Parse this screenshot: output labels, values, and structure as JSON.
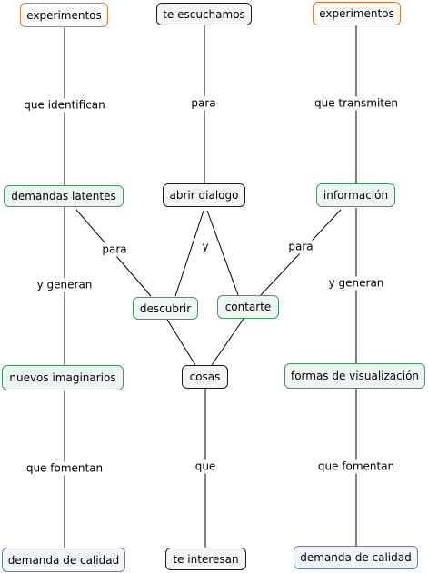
{
  "nodes": {
    "experimentos_left": "experimentos",
    "te_escuchamos": "te escuchamos",
    "experimentos_right": "experimentos",
    "demandas_latentes": "demandas latentes",
    "abrir_dialogo": "abrir dialogo",
    "informacion": "información",
    "descubrir": "descubrir",
    "contarte": "contarte",
    "nuevos_imaginarios": "nuevos imaginarios",
    "cosas": "cosas",
    "formas_visualizacion": "formas de visualización",
    "demanda_calidad_left": "demanda de calidad",
    "te_interesan": "te interesan",
    "demanda_calidad_right": "demanda de calidad"
  },
  "links": {
    "que_identifican": "que identifican",
    "para_center": "para",
    "que_transmiten": "que transmiten",
    "para_left": "para",
    "y": "y",
    "para_right": "para",
    "y_generan_left": "y generan",
    "y_generan_right": "y generan",
    "que_fomentan_left": "que fomentan",
    "que": "que",
    "que_fomentan_right": "que fomentan"
  },
  "colors": {
    "top_concept_border": "#e07a2f",
    "dark_concept_border": "#1a1a1a",
    "green_concept_border": "#3d9a66",
    "blue_concept_border": "#5b7fc9",
    "line": "#000000"
  }
}
